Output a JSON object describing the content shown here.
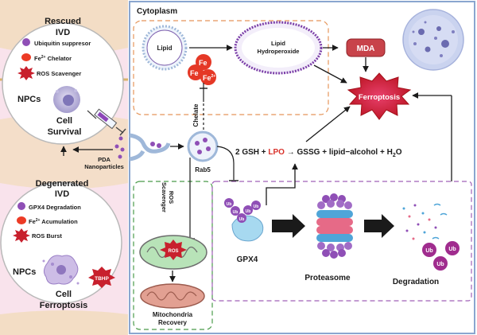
{
  "left_panel": {
    "rescued": {
      "title_line1": "Rescued",
      "title_line2": "IVD",
      "legend": [
        "Ubiquitin suppresor",
        "Chelator",
        "ROS Scavenger"
      ],
      "fe_prefix": "Fe",
      "fe_sup": "2+",
      "npcs": "NPCs",
      "cell_line1": "Cell",
      "cell_line2": "Survival"
    },
    "degenerated": {
      "title_line1": "Degenerated",
      "title_line2": "IVD",
      "legend": [
        "GPX4 Degradation",
        "Acumulation",
        "ROS Burst"
      ],
      "fe_prefix": "Fe",
      "fe_sup": "2+",
      "npcs": "NPCs",
      "cell_line1": "Cell",
      "cell_line2": "Ferroptosis",
      "tbhp": "TBHP"
    },
    "pda_line1": "PDA",
    "pda_line2": "Nanoparticles"
  },
  "cytoplasm": {
    "title": "Cytoplasm",
    "lipid": "Lipid",
    "lipid_hydro_line1": "Lipid",
    "lipid_hydro_line2": "Hydroperoxide",
    "mda": "MDA",
    "ferroptosis": "Ferroptosis",
    "fe_labels": [
      "Fe",
      "Fe",
      "Fe"
    ],
    "fe_sup": "2+",
    "chelate": "Chelate",
    "rab5": "Rab5",
    "ros_scavenger_line1": "ROS",
    "ros_scavenger_line2": "Scavenger",
    "ros": "ROS",
    "mito_line1": "Mitochondria",
    "mito_line2": "Recovery",
    "reaction": {
      "part1": "2 GSH + ",
      "lpo": "LPO",
      "part2": " → GSSG + lipid−alcohol + H",
      "sub": "2",
      "part3": "O"
    },
    "gpx4": "GPX4",
    "ub": "Ub",
    "proteasome": "Proteasome",
    "degradation": "Degradation"
  },
  "colors": {
    "purple": "#7b3fa8",
    "red": "#d9322b",
    "pink_bg": "#f8e6ee",
    "blue_border": "#8aa6cf"
  }
}
